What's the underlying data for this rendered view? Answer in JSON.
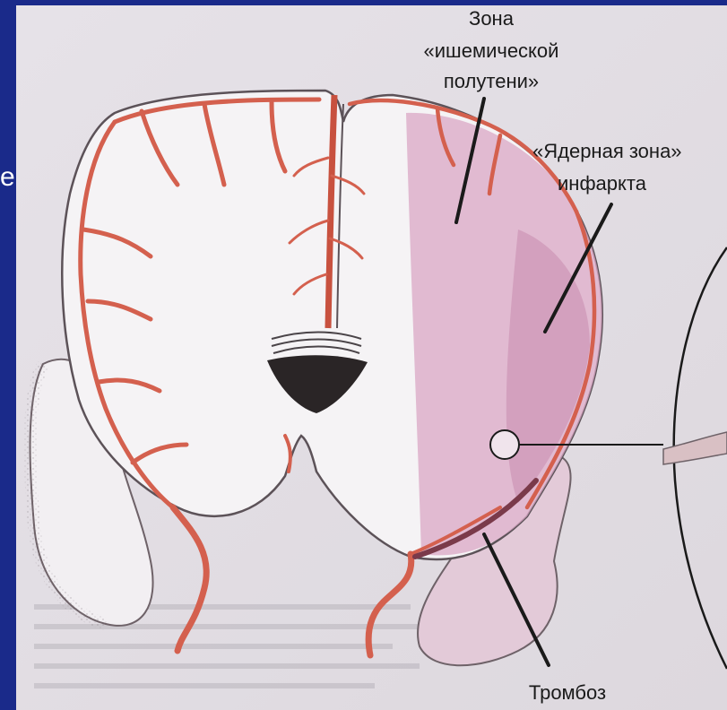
{
  "side_fragment": "е",
  "labels": {
    "penumbra_line1": "Зона",
    "penumbra_line2": "«ишемической",
    "penumbra_line3": "полутени»",
    "core_line1": "«Ядерная зона»",
    "core_line2": "инфаркта",
    "thrombosis": "Тромбоз"
  },
  "colors": {
    "slide_background": "#1a2a8a",
    "paper": "#eae6ea",
    "artery": "#d4604e",
    "ischemic_zone": "#d9a7c4",
    "ventricle": "#2a2526"
  }
}
